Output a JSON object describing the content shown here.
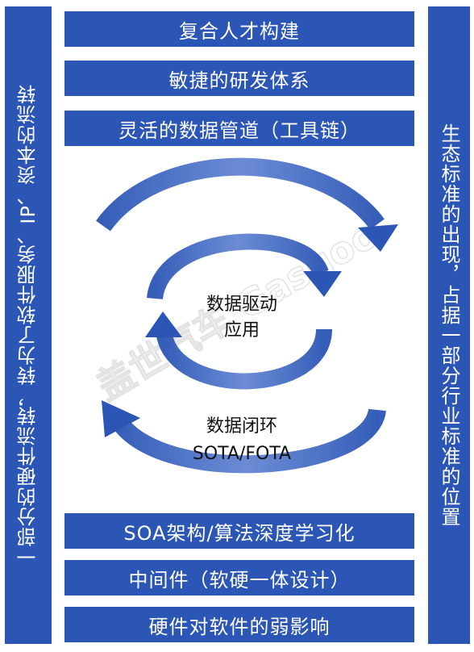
{
  "left_label": "一部分的硬件流转，转为了软件服务、IP、资本的流转",
  "right_label": "生态标准的出现，占据一部分行业标准的位置",
  "top_bars": [
    "复合人才构建",
    "敏捷的研发体系",
    "灵活的数据管道（工具链）"
  ],
  "bottom_bars": [
    "SOA架构/算法深度学习化",
    "中间件（软硬一体设计）",
    "硬件对软件的弱影响"
  ],
  "inner_label": [
    "数据驱动",
    "应用"
  ],
  "outer_label": [
    "数据闭环",
    "SOTA/FOTA"
  ],
  "watermark": "盖世汽车 Gasgoo",
  "colors": {
    "primary": "#2b56b5",
    "text_on_primary": "#ffffff",
    "arrow": "#2b56b5"
  }
}
